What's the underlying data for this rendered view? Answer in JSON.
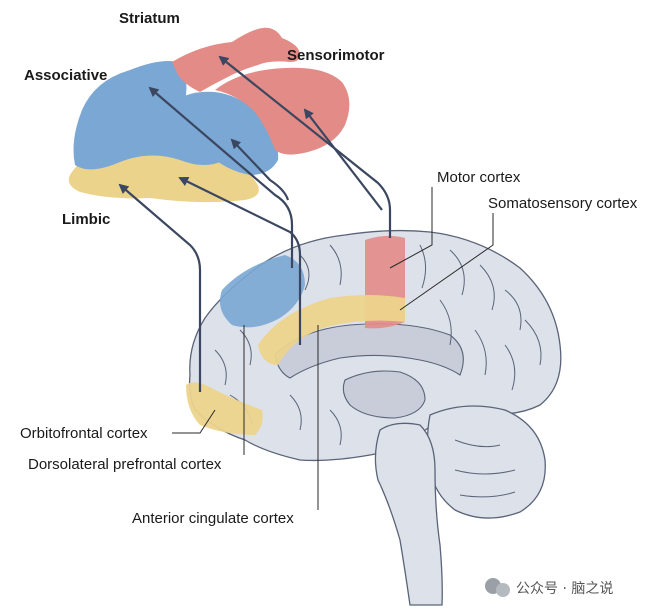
{
  "striatum": {
    "title": "Striatum",
    "regions": {
      "associative": "Associative",
      "sensorimotor": "Sensorimotor",
      "limbic": "Limbic"
    }
  },
  "cortex_labels": {
    "motor": "Motor cortex",
    "somatosensory": "Somatosensory cortex",
    "orbitofrontal": "Orbitofrontal cortex",
    "dlpfc": "Dorsolateral prefrontal cortex",
    "acc": "Anterior cingulate cortex"
  },
  "colors": {
    "associative": "#7aa7d4",
    "sensorimotor": "#e38b87",
    "limbic": "#ecd38c",
    "brain_fill": "#dde1ea",
    "brain_stroke": "#5a6478",
    "arrow": "#3b4760"
  },
  "watermark": {
    "text": "公众号 · 脑之说",
    "icon": "wechat-icon"
  }
}
